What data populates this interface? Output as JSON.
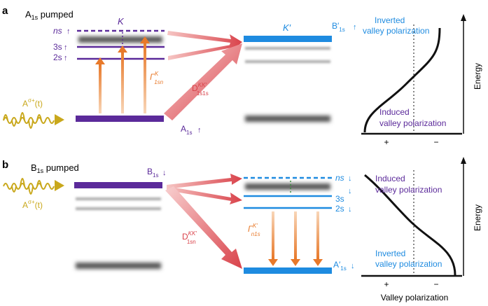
{
  "colors": {
    "purple": "#5b2a9a",
    "blue": "#1e8be0",
    "orange": "#e8792a",
    "red": "#d9424a",
    "gold": "#c9a81c",
    "black": "#111111",
    "gray": "#9a9a9a"
  },
  "panel_a": {
    "label": "a",
    "title": "A",
    "title_sub": "1s",
    "title_rest": " pumped",
    "valley_K": "K",
    "valley_Kp": "K′",
    "ns": "ns",
    "s3": "3s",
    "s2": "2s",
    "pump_A": "A",
    "pump_sup": "σ+",
    "pump_arg": "(t)",
    "gamma": "Γ",
    "gamma_sup": "K",
    "gamma_sub": "1sn",
    "D": "D",
    "D_sup": "KK′",
    "D_sub": "1s1s",
    "A1s": "A",
    "A1s_sub": "1s",
    "Bp": "B′",
    "Bp_sub": "1s",
    "polar_top1": "Inverted",
    "polar_top2": "valley polarization",
    "polar_bot1": "Induced",
    "polar_bot2": "valley polarization",
    "plus": "+",
    "minus": "−",
    "energy": "Energy"
  },
  "panel_b": {
    "label": "b",
    "title": "B",
    "title_sub": "1s",
    "title_rest": " pumped",
    "pump_A": "A",
    "pump_sup": "σ+",
    "pump_arg": "(t)",
    "B1s": "B",
    "B1s_sub": "1s",
    "ns": "ns",
    "s3": "3s",
    "s2": "2s",
    "D": "D",
    "D_sup": "KK′",
    "D_sub": "1sn",
    "gamma": "Γ",
    "gamma_sup": "K′",
    "gamma_sub": "n1s",
    "Ap": "A′",
    "Ap_sub": "1s",
    "polar_top1": "Induced",
    "polar_top2": "valley polarization",
    "polar_bot1": "Inverted",
    "polar_bot2": "valley polarization",
    "plus": "+",
    "minus": "−",
    "energy": "Energy",
    "xlabel": "Valley polarization"
  }
}
